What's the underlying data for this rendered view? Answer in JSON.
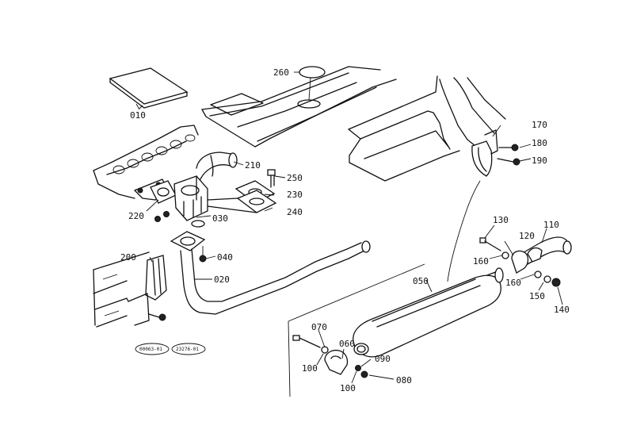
{
  "callouts": {
    "p010": "010",
    "p020": "020",
    "p030": "030",
    "p040": "040",
    "p050": "050",
    "p060": "060",
    "p070": "070",
    "p080": "080",
    "p090": "090",
    "p100a": "100",
    "p100b": "100",
    "p110": "110",
    "p120": "120",
    "p130": "130",
    "p140": "140",
    "p150": "150",
    "p160a": "160",
    "p160b": "160",
    "p170": "170",
    "p180": "180",
    "p190": "190",
    "p200": "200",
    "p210": "210",
    "p220": "220",
    "p230": "230",
    "p240": "240",
    "p250": "250",
    "p260": "260"
  },
  "stamps": {
    "ref1": "00063-01",
    "ref2": "23276-01"
  }
}
